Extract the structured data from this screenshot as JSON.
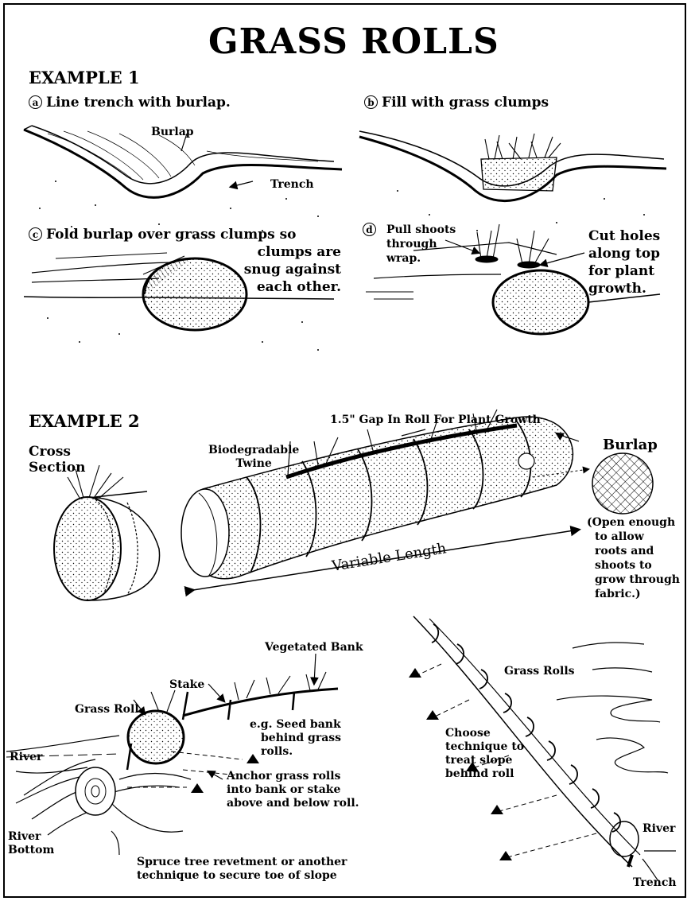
{
  "title": "GRASS ROLLS",
  "example1": {
    "heading": "EXAMPLE 1",
    "step_a": {
      "letter": "a",
      "caption": "Line trench with burlap.",
      "labels": {
        "burlap": "Burlap",
        "trench": "Trench"
      }
    },
    "step_b": {
      "letter": "b",
      "caption": "Fill with grass clumps"
    },
    "step_c": {
      "letter": "c",
      "caption_line1": "Fold burlap over grass clumps so",
      "caption_lines": [
        "clumps are",
        "snug against",
        "each other."
      ]
    },
    "step_d": {
      "letter": "d",
      "pull_lines": [
        "Pull shoots",
        "through",
        "wrap."
      ],
      "cut_lines": [
        "Cut holes",
        "along top",
        "for plant",
        "growth."
      ]
    }
  },
  "example2": {
    "heading": "EXAMPLE 2",
    "gap_label": "1.5\" Gap In Roll For Plant Growth",
    "cross_section": [
      "Cross",
      "Section"
    ],
    "twine": [
      "Biodegradable",
      "Twine"
    ],
    "burlap": "Burlap",
    "burlap_note": [
      "(Open enough",
      "to allow",
      "roots and",
      "shoots to",
      "grow through",
      "fabric.)"
    ],
    "length_label": "Variable Length"
  },
  "bank_diagram": {
    "vegetated_bank": "Vegetated Bank",
    "stake": "Stake",
    "grass_roll": "Grass Roll",
    "seed_bank": [
      "e.g. Seed bank",
      "behind grass",
      "rolls."
    ],
    "river": "River",
    "river_bottom": [
      "River",
      "Bottom"
    ],
    "anchor": [
      "Anchor grass rolls",
      "into bank or stake",
      "above and below roll."
    ],
    "spruce": [
      "Spruce tree revetment or another",
      "technique to secure toe of slope"
    ]
  },
  "slope_diagram": {
    "grass_rolls": "Grass Rolls",
    "choose": [
      "Choose",
      "technique to",
      "treat slope",
      "behind roll"
    ],
    "river": "River",
    "trench": "Trench"
  }
}
